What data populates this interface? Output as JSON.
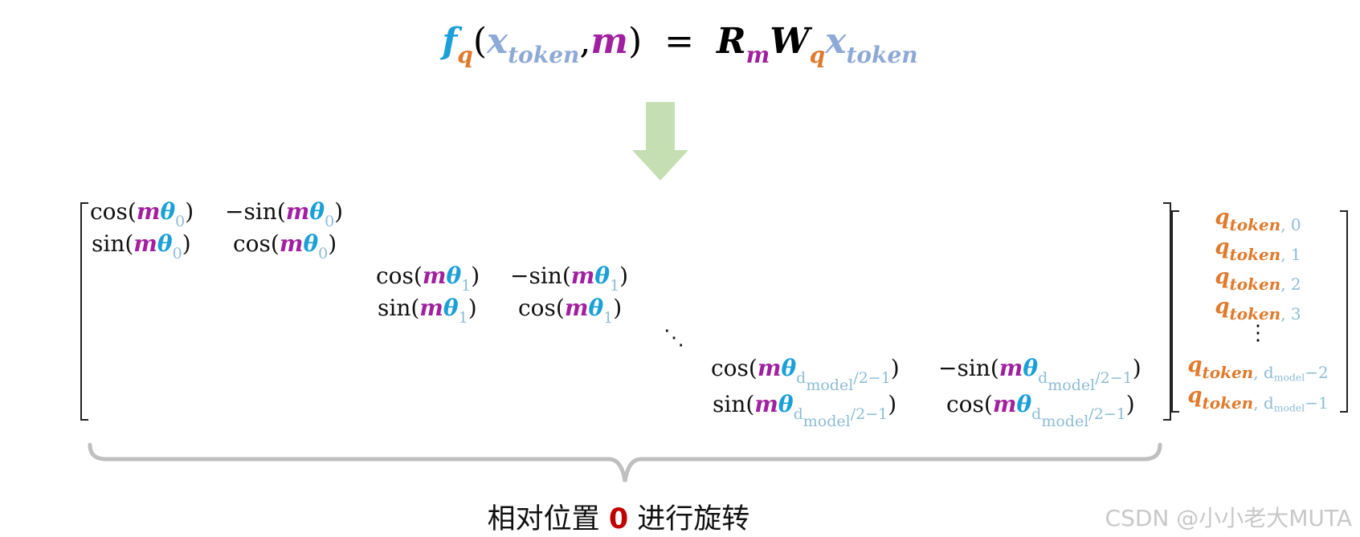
{
  "formula": {
    "f": "f",
    "q": "q",
    "open": "(",
    "x": "x",
    "token": "token",
    "comma": ",",
    "m": "m",
    "close": ")",
    "equals": "=",
    "R": "R",
    "W": "W"
  },
  "matrix": {
    "cos": "cos(",
    "neg_sin": "−sin(",
    "sin": "sin(",
    "close": ")",
    "m_theta_m": "m",
    "m_theta_theta": "θ",
    "index0": "0",
    "index1": "1",
    "index_last": "d",
    "index_last_sub": "model",
    "index_last_tail": "/2−1",
    "dots": "⋱"
  },
  "vector": {
    "q": "q",
    "token": "token",
    "items": [
      ", 0",
      ", 1",
      ", 2",
      ", 3"
    ],
    "vdots": "⋮",
    "d_items": [
      {
        "prefix": ", d",
        "sub": "model",
        "tail": "−2"
      },
      {
        "prefix": ", d",
        "sub": "model",
        "tail": "−1"
      }
    ]
  },
  "caption": {
    "before": "相对位置 ",
    "zero": "0",
    "after": " 进行旋转"
  },
  "watermark": "CSDN @小小老大MUTA",
  "colors": {
    "arrow": "#c5dfb3",
    "brace": "#bfbfbf",
    "function": "#1aa0d8",
    "query": "#e07a2c",
    "position": "#a020a0",
    "token": "#8fa9d6"
  }
}
